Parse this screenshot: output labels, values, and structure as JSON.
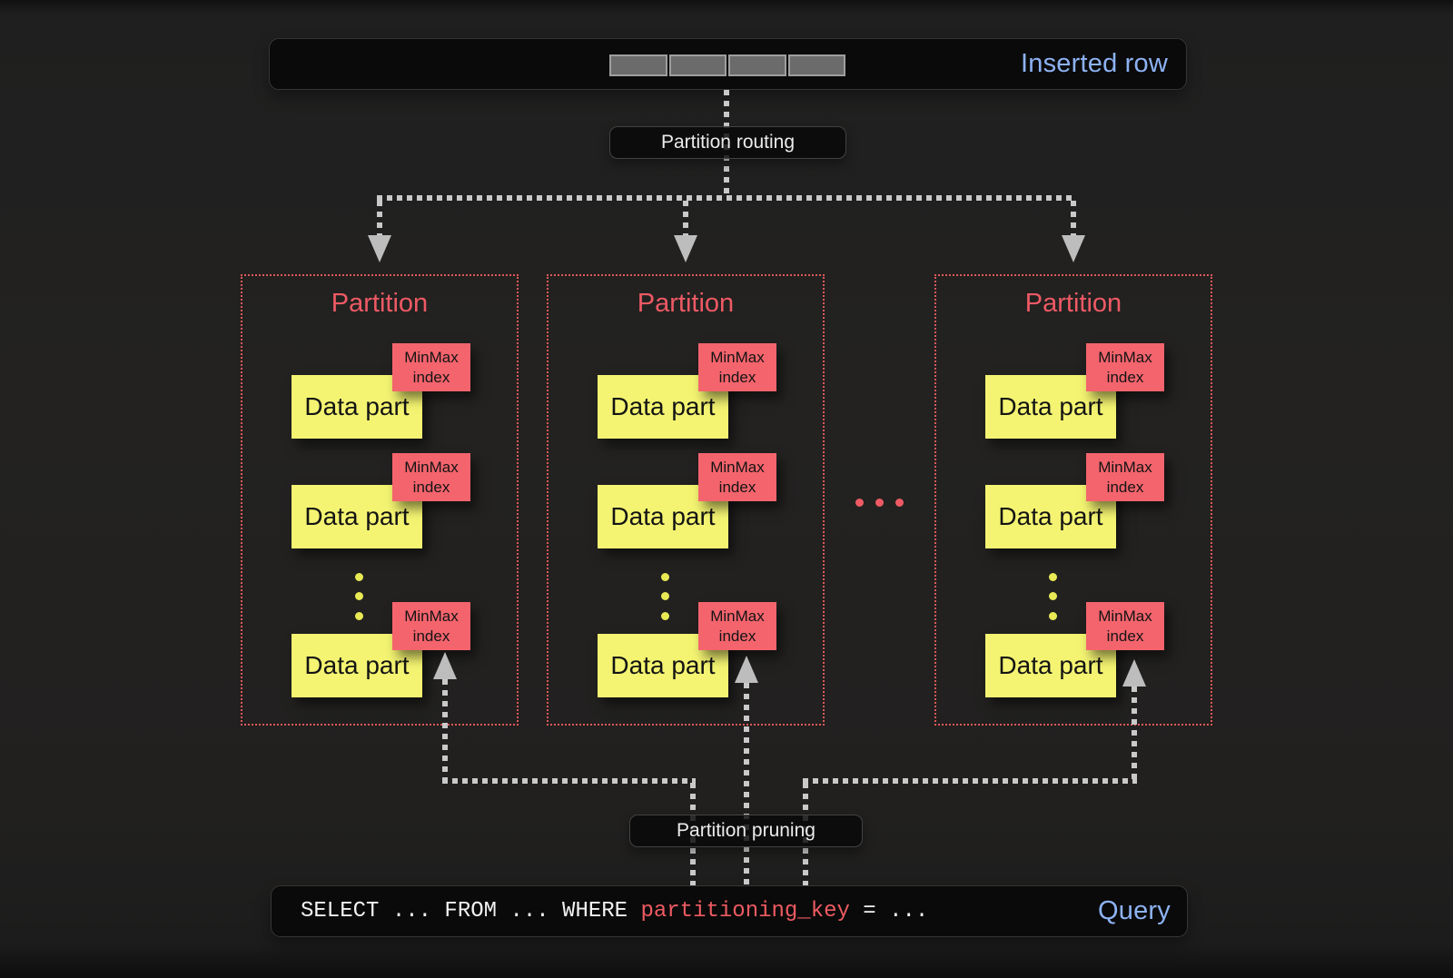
{
  "diagram": {
    "inserted_row": {
      "label": "Inserted row"
    },
    "routing_label": "Partition routing",
    "pruning_label": "Partition pruning",
    "partitions": [
      {
        "title": "Partition",
        "parts": [
          {
            "label": "Data part",
            "badge": "MinMax index"
          },
          {
            "label": "Data part",
            "badge": "MinMax index"
          },
          {
            "label": "Data part",
            "badge": "MinMax index"
          }
        ]
      },
      {
        "title": "Partition",
        "parts": [
          {
            "label": "Data part",
            "badge": "MinMax index"
          },
          {
            "label": "Data part",
            "badge": "MinMax index"
          },
          {
            "label": "Data part",
            "badge": "MinMax index"
          }
        ]
      },
      {
        "title": "Partition",
        "parts": [
          {
            "label": "Data part",
            "badge": "MinMax index"
          },
          {
            "label": "Data part",
            "badge": "MinMax index"
          },
          {
            "label": "Data part",
            "badge": "MinMax index"
          }
        ]
      }
    ],
    "query": {
      "code_prefix": "SELECT ... FROM ... WHERE ",
      "key": "partitioning_key",
      "code_suffix": " = ...",
      "label": "Query"
    },
    "colors": {
      "partition_accent": "#ee5a64",
      "data_part_yellow": "#f4f472",
      "minmax_badge": "#f4646d",
      "label_blue": "#8db2f3",
      "dash_gray": "#c9c9c9"
    }
  }
}
